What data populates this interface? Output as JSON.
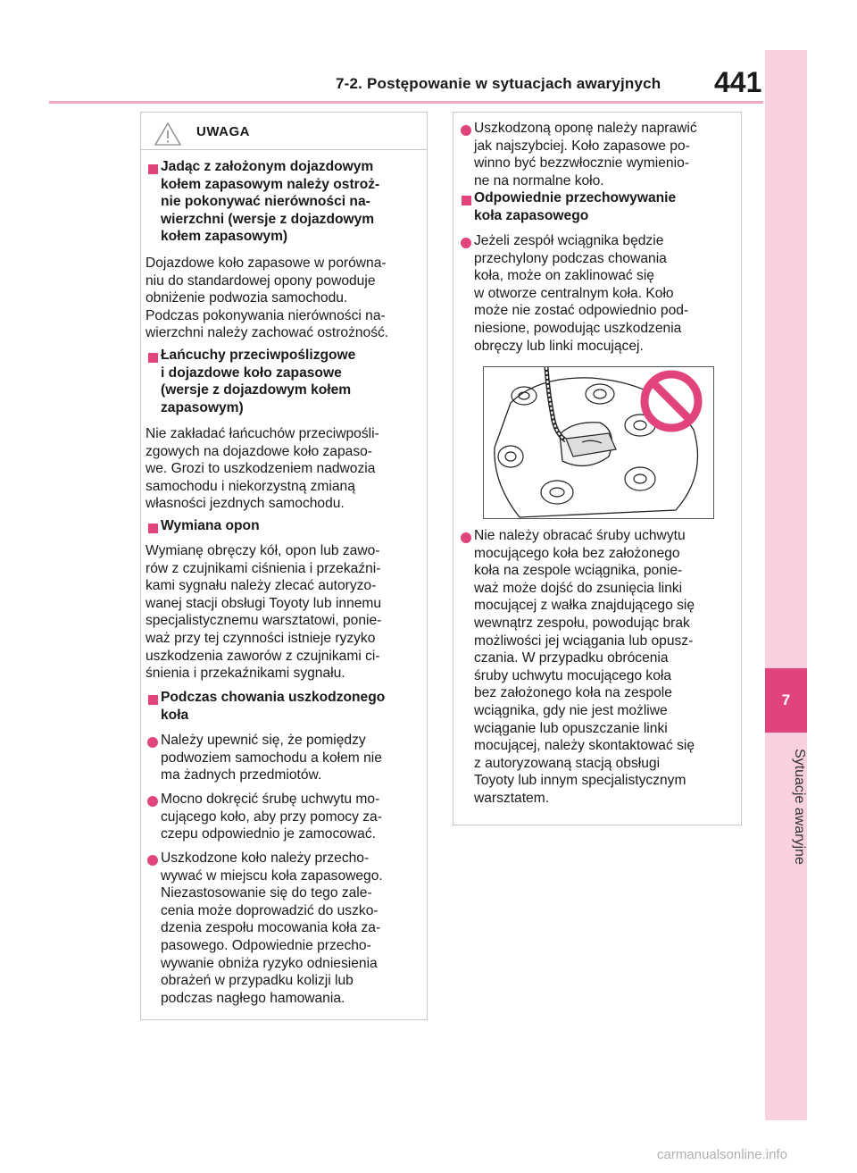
{
  "header": {
    "section_title": "7-2. Postępowanie w sytuacjach awaryjnych",
    "page_number": "441"
  },
  "side_tab": {
    "chapter_number": "7",
    "chapter_label": "Sytuacje awaryjne"
  },
  "warning": {
    "label": "UWAGA",
    "icon": "warning-triangle-icon"
  },
  "left_column": {
    "h1_lines": [
      "Jadąc z założonym dojazdowym",
      "kołem zapasowym należy ostroż-",
      "nie pokonywać nierówności na-",
      "wierzchni (wersje z dojazdowym",
      "kołem zapasowym)"
    ],
    "p1_lines": [
      "Dojazdowe koło zapasowe w porówna-",
      "niu do standardowej opony powoduje",
      "obniżenie podwozia samochodu.",
      "Podczas pokonywania nierówności na-",
      "wierzchni należy zachować ostrożność."
    ],
    "h2_lines": [
      "Łańcuchy przeciwpoślizgowe",
      "i dojazdowe koło zapasowe",
      "(wersje z dojazdowym kołem",
      "zapasowym)"
    ],
    "p2_lines": [
      "Nie zakładać łańcuchów przeciwpośli-",
      "zgowych na dojazdowe koło zapaso-",
      "we. Grozi to uszkodzeniem nadwozia",
      "samochodu i niekorzystną zmianą",
      "własności jezdnych samochodu."
    ],
    "h3_lines": [
      "Wymiana opon"
    ],
    "p3_lines": [
      "Wymianę obręczy kół, opon lub zawo-",
      "rów z czujnikami ciśnienia i przekaźni-",
      "kami sygnału należy zlecać autoryzo-",
      "wanej stacji obsługi Toyoty lub innemu",
      "specjalistycznemu warsztatowi, ponie-",
      "waż przy tej czynności istnieje ryzyko",
      "uszkodzenia zaworów z czujnikami ci-",
      "śnienia i przekaźnikami sygnału."
    ],
    "h4_lines": [
      "Podczas chowania uszkodzonego",
      "koła"
    ],
    "b1_lines": [
      "Należy upewnić się, że pomiędzy",
      "podwoziem samochodu a kołem nie",
      "ma żadnych przedmiotów."
    ],
    "b2_lines": [
      "Mocno dokręcić śrubę uchwytu mo-",
      "cującego koło, aby przy pomocy za-",
      "czepu odpowiednio je zamocować."
    ],
    "b3_lines": [
      "Uszkodzone koło należy przecho-",
      "wywać w miejscu koła zapasowego.",
      "Niezastosowanie się do tego zale-",
      "cenia może doprowadzić do uszko-",
      "dzenia zespołu mocowania koła za-",
      "pasowego. Odpowiednie przecho-",
      "wywanie obniża ryzyko odniesienia",
      "obrażeń w przypadku kolizji lub",
      "podczas nagłego hamowania."
    ]
  },
  "right_column": {
    "b1_lines": [
      "Uszkodzoną oponę należy naprawić",
      "jak najszybciej. Koło zapasowe po-",
      "winno być bezzwłocznie wymienio-",
      "ne na normalne koło."
    ],
    "h1_lines": [
      "Odpowiednie przechowywanie",
      "koła zapasowego"
    ],
    "b2_lines": [
      "Jeżeli zespół wciągnika będzie",
      "przechylony podczas chowania",
      "koła, może on zaklinować się",
      "w otworze centralnym koła. Koło",
      "może nie zostać odpowiednio pod-",
      "niesione, powodując uszkodzenia",
      "obręczy lub linki mocującej."
    ],
    "b3_lines": [
      "Nie należy obracać śruby uchwytu",
      "mocującego koła bez założonego",
      "koła na zespole wciągnika, ponie-",
      "waż może dojść do zsunięcia linki",
      "mocującej z wałka znajdującego się",
      "wewnątrz zespołu, powodując brak",
      "możliwości jej wciągania lub opusz-",
      "czania. W przypadku obrócenia",
      "śruby uchwytu mocującego koła",
      "bez założonego koła na zespole",
      "wciągnika, gdy nie jest możliwe",
      "wciąganie lub opuszczanie linki",
      "mocującej, należy skontaktować się",
      "z autoryzowaną stacją obsługi",
      "Toyoty lub innym specjalistycznym",
      "warsztatem."
    ]
  },
  "illustration": {
    "icon": "prohibited-icon",
    "subject": "wheel-hoist-icon"
  },
  "colors": {
    "accent": "#e1447d",
    "tab_background": "#f9d0df",
    "header_rule": "#f2a7c3"
  },
  "watermark": "carmanualsonline.info"
}
